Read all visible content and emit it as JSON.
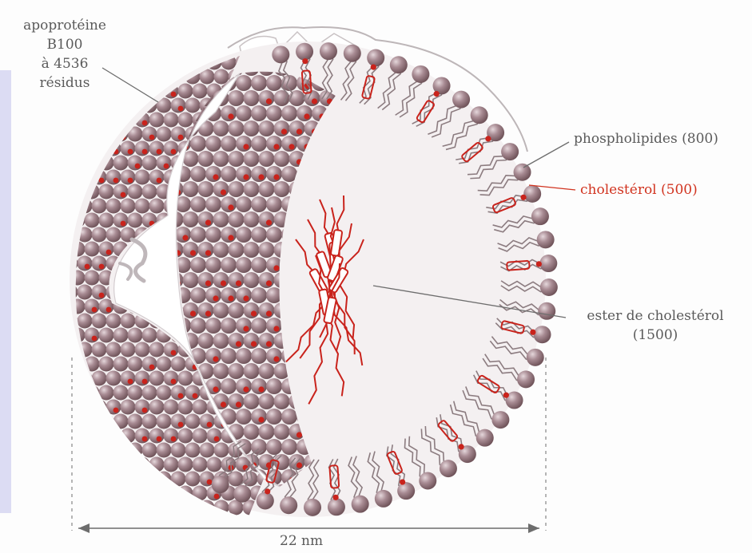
{
  "labels": {
    "apoprotein": [
      "apoprotéine",
      "B100",
      "à 4536",
      "résidus"
    ],
    "phospholipids": "phospholipides (800)",
    "cholesterol": "cholestérol (500)",
    "ester": [
      "ester de cholestérol",
      "(1500)"
    ],
    "diameter": "22 nm"
  },
  "colors": {
    "sphere_head": "#9b7f86",
    "sphere_highlight": "#d7c6cb",
    "cholesterol": "#c9231c",
    "tail": "#8c7c80",
    "label_gray": "#5a5a5a",
    "label_red": "#d1331f",
    "side_band": "#dcdcf3"
  }
}
